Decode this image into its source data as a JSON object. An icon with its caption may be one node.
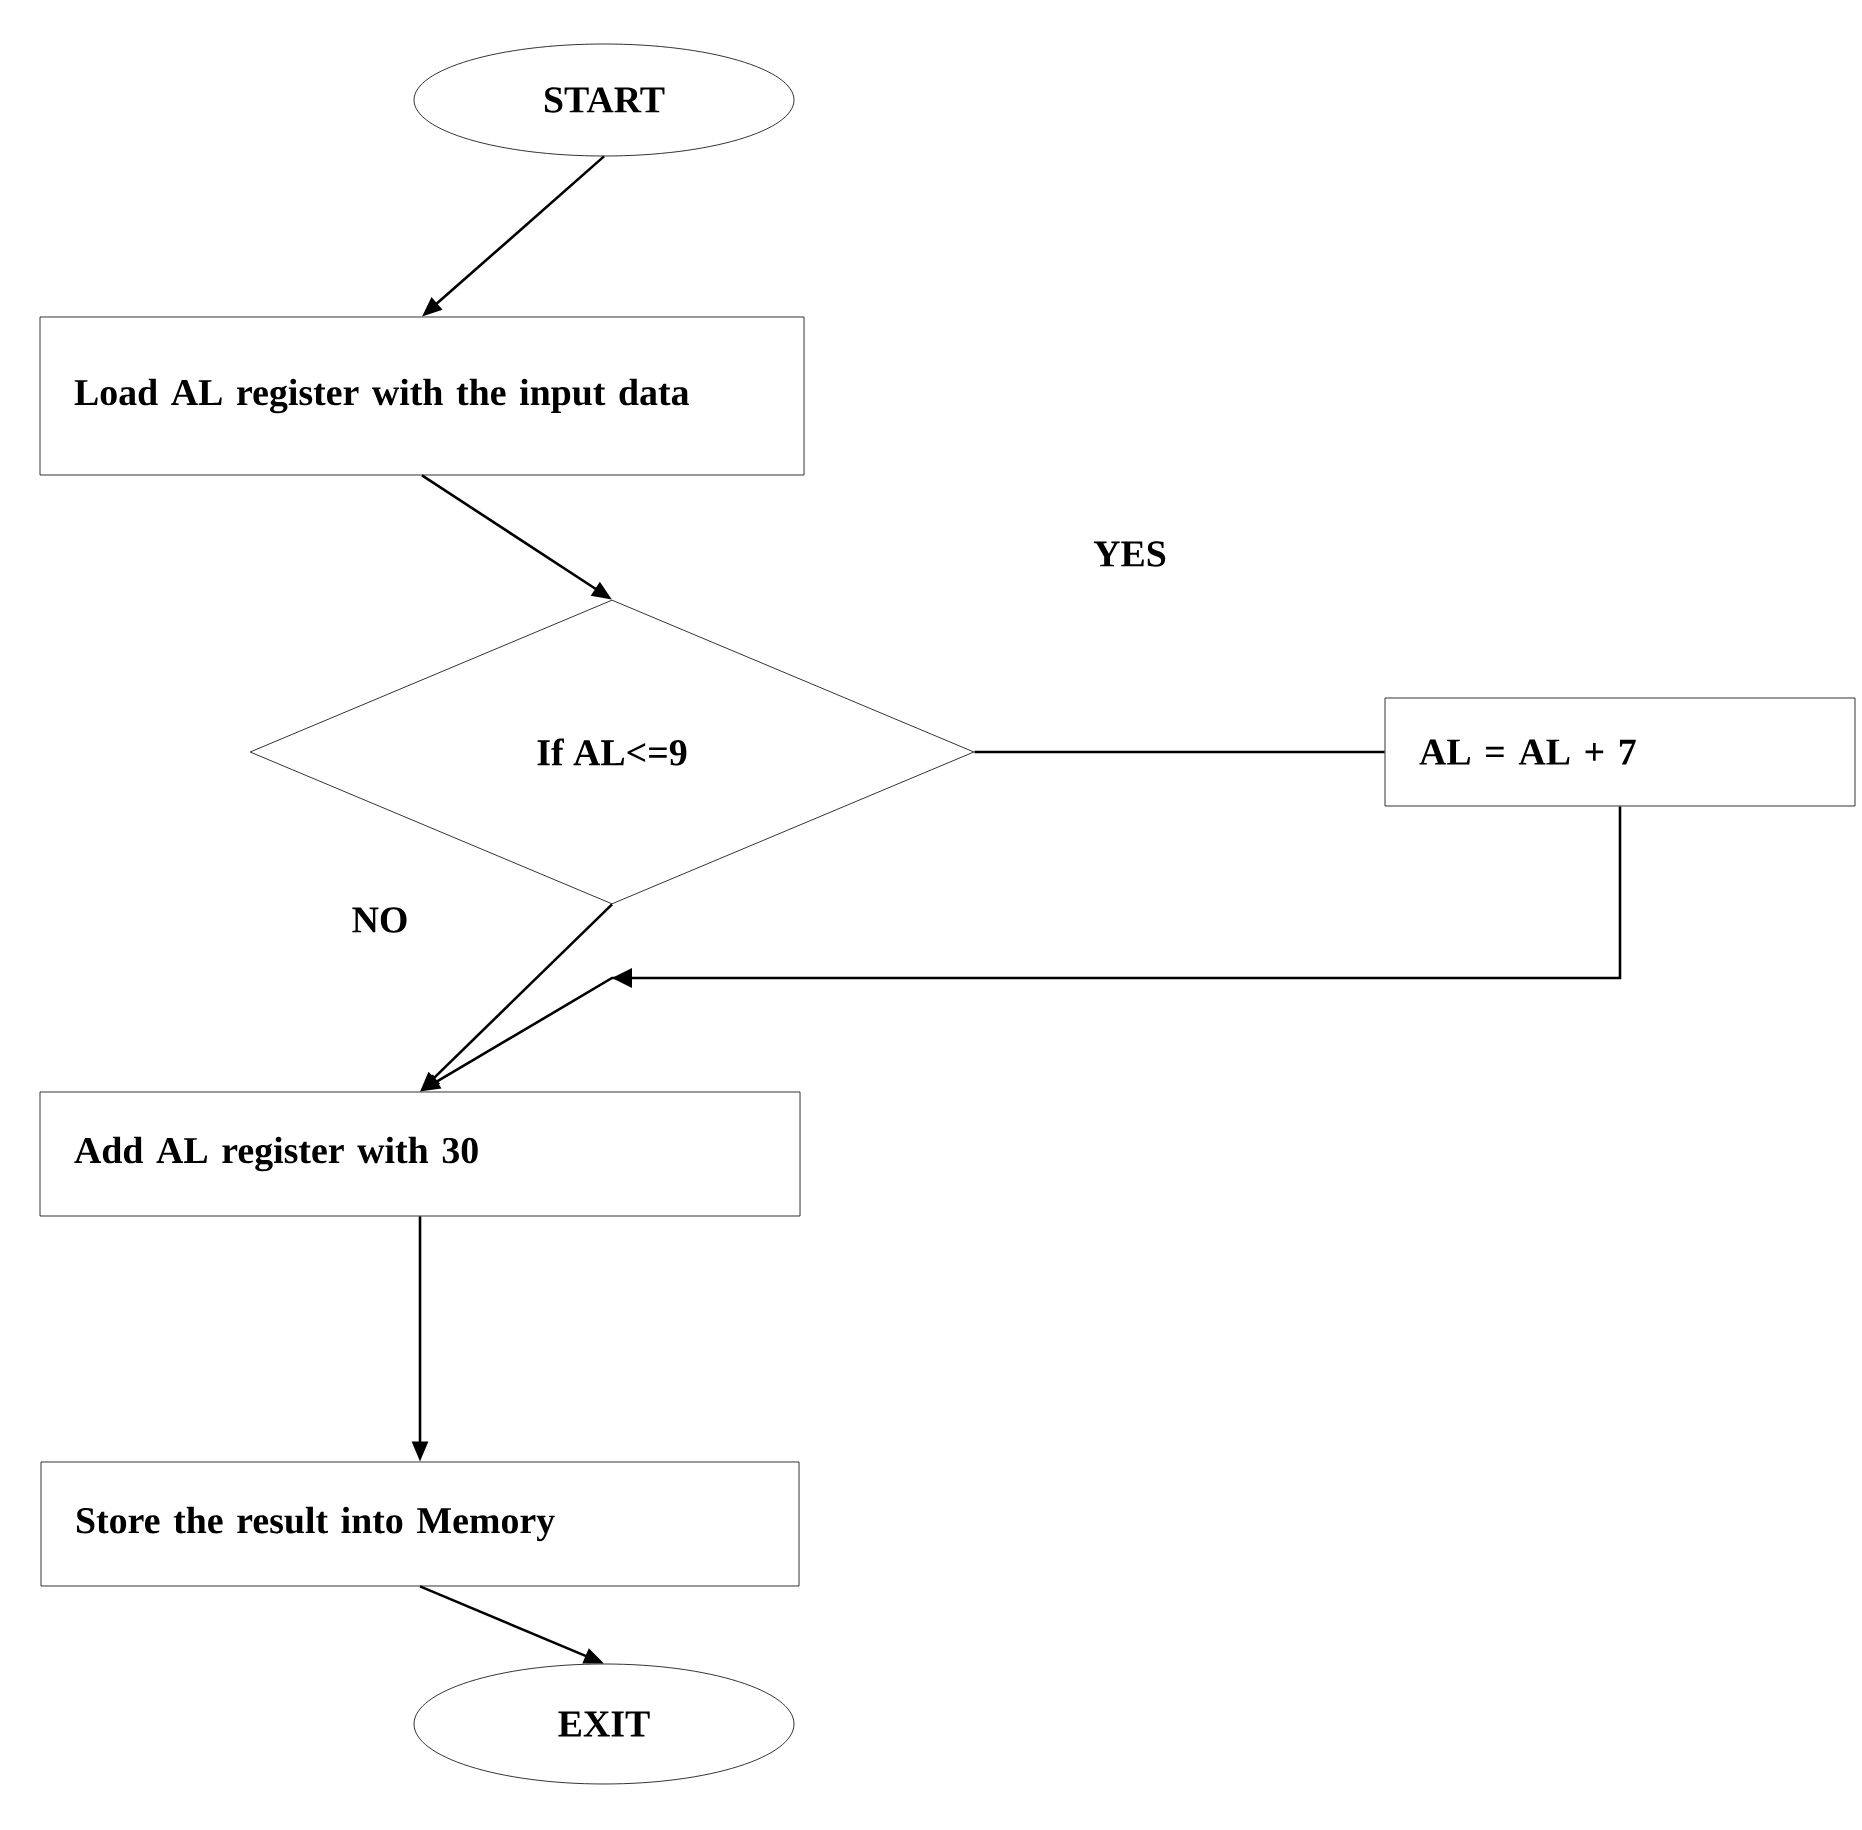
{
  "diagram": {
    "nodes": [
      {
        "text": [
          "START"
        ]
      },
      {
        "text": [
          "Load AL register with the input data"
        ]
      },
      {
        "text": [
          "If AL<=9"
        ]
      },
      {
        "text": [
          "AL = AL + 7"
        ]
      },
      {
        "text": [
          "Add AL register with 30"
        ]
      },
      {
        "text": [
          "Store the result into Memory"
        ]
      },
      {
        "text": [
          "EXIT"
        ]
      }
    ],
    "edges": [
      {
        "from": 0,
        "to": 1,
        "arrow": "to"
      },
      {
        "from": 1,
        "to": 2,
        "arrow": "to"
      },
      {
        "from": 2,
        "to": 3,
        "arrow": "none",
        "label": "YES"
      },
      {
        "from": 3,
        "to": 4,
        "arrow": "to"
      },
      {
        "from": 2,
        "to": 4,
        "arrow": "to",
        "label": "NO"
      },
      {
        "from": 4,
        "to": 5,
        "arrow": "to"
      },
      {
        "from": 5,
        "to": 6,
        "arrow": "to"
      }
    ]
  }
}
